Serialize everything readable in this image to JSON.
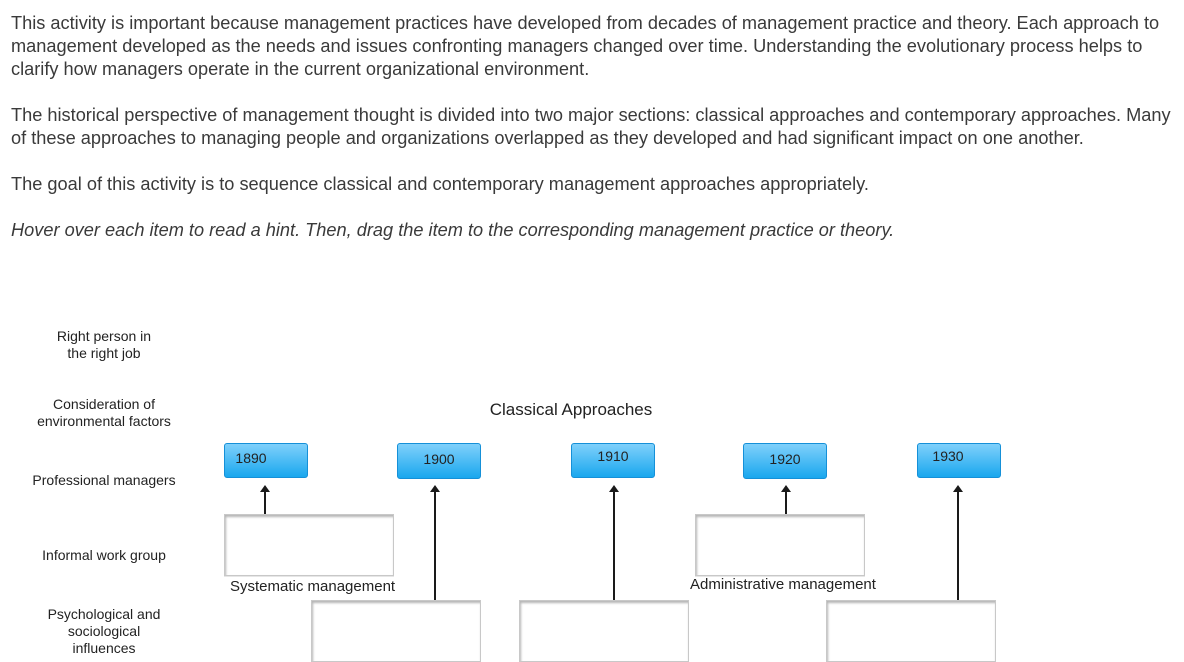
{
  "intro": {
    "p1": "This activity is important because management practices have developed from decades of management practice and theory. Each approach to management developed as the needs and issues confronting managers changed over time. Understanding the evolutionary process helps to clarify how managers operate in the current organizational environment.",
    "p2": "The historical perspective of management thought is divided into two major sections: classical approaches and contemporary approaches. Many of these approaches to managing people and organizations overlapped as they developed and had significant impact on one another.",
    "p3": "The goal of this activity is to sequence classical and contemporary management approaches appropriately.",
    "hint": "Hover over each item to read a hint. Then, drag the item to the corresponding management practice or theory."
  },
  "drag_items": [
    "Right person in the right job",
    "Consideration of environmental factors",
    "Professional managers",
    "Informal work group",
    "Psychological and sociological influences"
  ],
  "timeline": {
    "title": "Classical Approaches",
    "years": [
      "1890",
      "1900",
      "1910",
      "1920",
      "1930"
    ],
    "labels": {
      "systematic": "Systematic management",
      "administrative": "Administrative management"
    }
  },
  "colors": {
    "tab_top": "#7fd0fb",
    "tab_bottom": "#19a7ee",
    "text": "#333333"
  }
}
